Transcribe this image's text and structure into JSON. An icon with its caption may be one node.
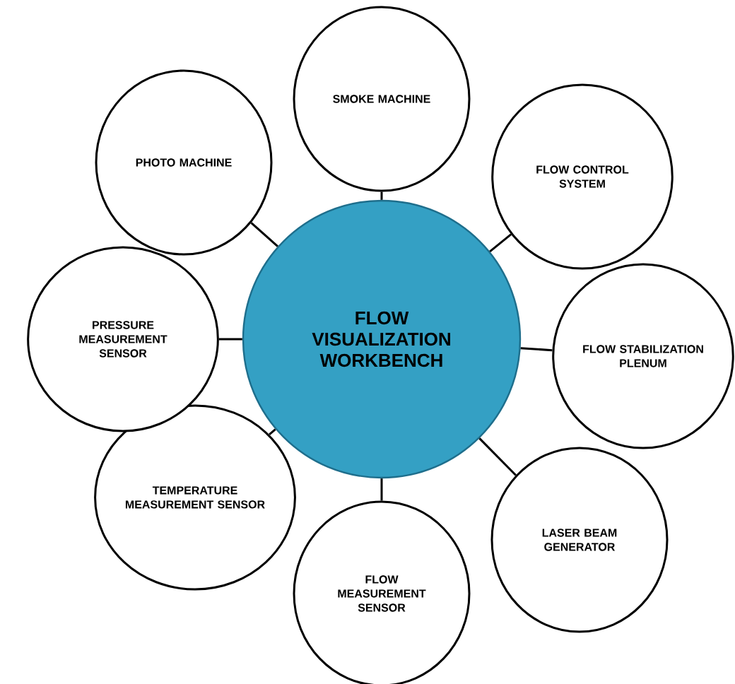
{
  "diagram": {
    "nodes": [
      {
        "text": [
          "FLOW VISUALIZATION WORKBENCH"
        ]
      },
      {
        "text": [
          "SMOKE MACHINE"
        ]
      },
      {
        "text": [
          "FLOW CONTROL SYSTEM"
        ]
      },
      {
        "text": [
          "FLOW STABILIZATION PLENUM"
        ]
      },
      {
        "text": [
          "LASER BEAM GENERATOR"
        ]
      },
      {
        "text": [
          "FLOW MEASUREMENT SENSOR"
        ]
      },
      {
        "text": [
          "TEMPERATURE MEASUREMENT SENSOR"
        ]
      },
      {
        "text": [
          "PRESSURE MEASUREMENT SENSOR"
        ]
      },
      {
        "text": [
          "PHOTO MACHINE"
        ]
      }
    ],
    "edges": [
      {
        "from": 0,
        "to": 1,
        "arrow": "none"
      },
      {
        "from": 0,
        "to": 2,
        "arrow": "none"
      },
      {
        "from": 0,
        "to": 3,
        "arrow": "none"
      },
      {
        "from": 0,
        "to": 4,
        "arrow": "none"
      },
      {
        "from": 0,
        "to": 5,
        "arrow": "none"
      },
      {
        "from": 0,
        "to": 6,
        "arrow": "none"
      },
      {
        "from": 0,
        "to": 7,
        "arrow": "none"
      },
      {
        "from": 0,
        "to": 8,
        "arrow": "none"
      }
    ]
  }
}
